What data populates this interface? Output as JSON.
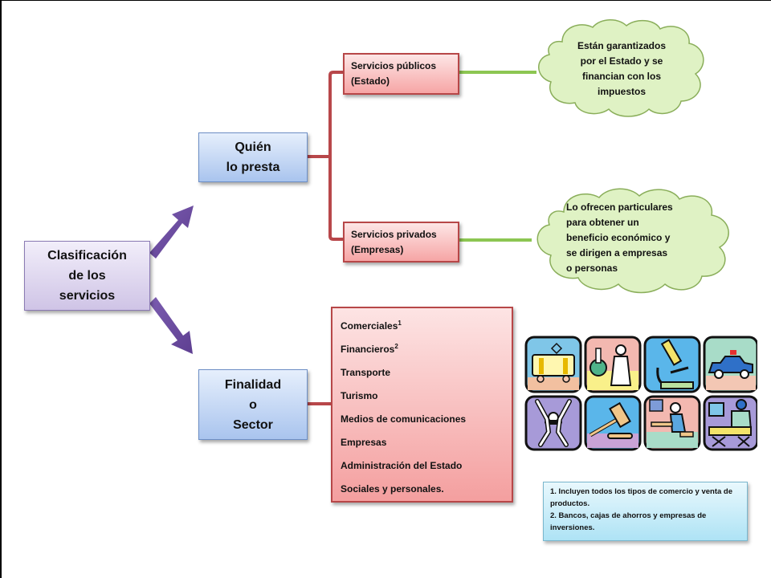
{
  "root": {
    "lines": [
      "Clasificación",
      "de los",
      "servicios"
    ]
  },
  "branches": {
    "who": {
      "lines": [
        "Quién",
        "lo presta"
      ]
    },
    "purpose": {
      "lines": [
        "Finalidad",
        "o",
        "Sector"
      ]
    }
  },
  "services": {
    "public": {
      "lines": [
        "Servicios públicos",
        "(Estado)"
      ]
    },
    "private": {
      "lines": [
        "Servicios privados",
        "(Empresas)"
      ]
    }
  },
  "clouds": {
    "public": {
      "lines": [
        "Están garantizados",
        "por el Estado y se",
        "financian con los",
        "impuestos"
      ]
    },
    "private": {
      "lines": [
        "Lo ofrecen particulares",
        "para obtener un",
        "beneficio económico y",
        "se dirigen a empresas",
        "o personas"
      ]
    }
  },
  "sectors": [
    {
      "label": "Comerciales",
      "sup": "1"
    },
    {
      "label": "Financieros",
      "sup": "2"
    },
    {
      "label": "Transporte",
      "sup": ""
    },
    {
      "label": "Turismo",
      "sup": ""
    },
    {
      "label": "Medios de comunicaciones",
      "sup": ""
    },
    {
      "label": "Empresas",
      "sup": ""
    },
    {
      "label": "Administración del Estado",
      "sup": ""
    },
    {
      "label": "Sociales y personales.",
      "sup": ""
    }
  ],
  "footnotes": [
    "1. Incluyen todos los tipos de comercio y venta de productos.",
    "2. Bancos, cajas de ahorros y empresas de inversiones."
  ],
  "illustration": {
    "tiles": [
      "tram",
      "chemist",
      "microscope",
      "police-car",
      "gymnast",
      "judge-gavel",
      "student-desk",
      "medical-care"
    ]
  },
  "colors": {
    "arrow": "#6f4fa0",
    "connector_red": "#b8474a",
    "connector_green": "#8cc652",
    "cloud_fill": "#dff2c4",
    "cloud_stroke": "#8aae5a"
  }
}
